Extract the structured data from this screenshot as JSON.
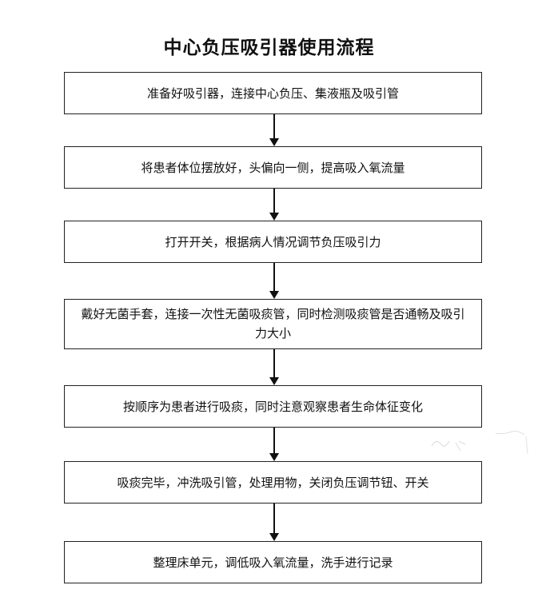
{
  "title": "中心负压吸引器使用流程",
  "steps": [
    "准备好吸引器，连接中心负压、集液瓶及吸引管",
    "将患者体位摆放好，头偏向一侧，提高吸入氧流量",
    "打开开关，根据病人情况调节负压吸引力",
    "戴好无菌手套，连接一次性无菌吸痰管，同时检测吸痰管是否通畅及吸引力大小",
    "按顺序为患者进行吸痰，同时注意观察患者生命体征变化",
    "吸痰完毕，冲洗吸引管，处理用物，关闭负压调节钮、开关",
    "整理床单元，调低吸入氧流量，洗手进行记录"
  ]
}
